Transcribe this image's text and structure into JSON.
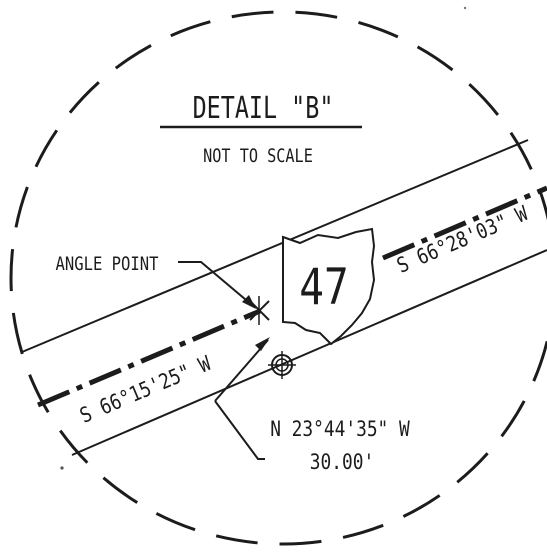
{
  "detail": {
    "title": "DETAIL \"B\"",
    "subtitle": "NOT TO SCALE"
  },
  "labels": {
    "angle_point": "ANGLE POINT",
    "bearing_left": "S 66°15'25\" W",
    "bearing_right": "S 66°28'03\" W",
    "tie_bearing": "N 23°44'35\" W",
    "tie_distance": "30.00'"
  },
  "shield": {
    "route_number": "47",
    "state_icon": "ohio-state-outline-icon"
  },
  "colors": {
    "ink": "#1c1c1c",
    "paper": "#ffffff"
  }
}
